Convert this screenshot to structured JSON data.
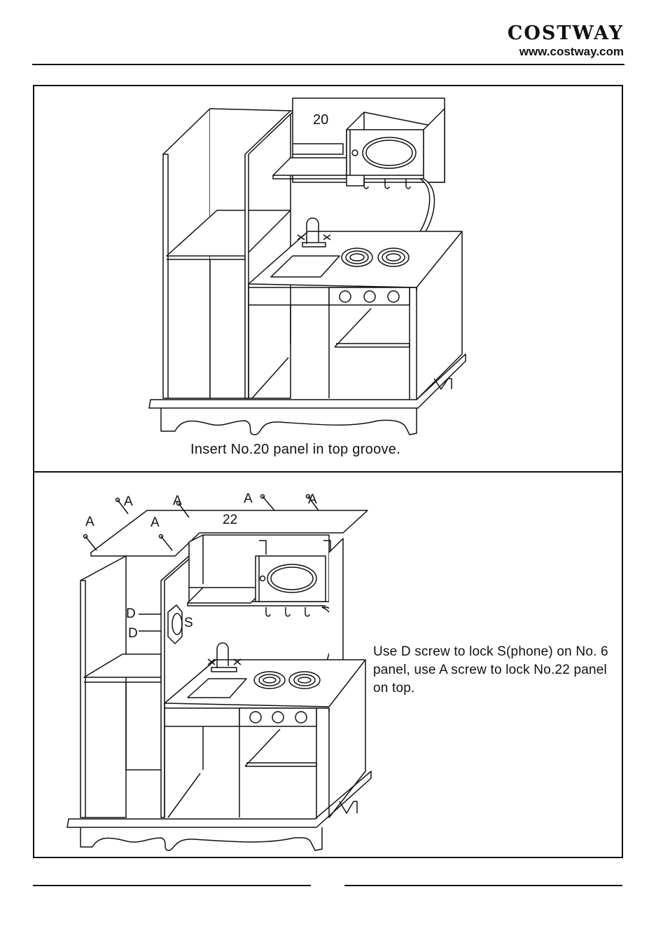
{
  "header": {
    "brand": "COSTWAY",
    "website": "www.costway.com"
  },
  "step1": {
    "part_number": "20",
    "caption": "Insert No.20 panel in top groove."
  },
  "step2": {
    "part_number": "22",
    "screw_labels": {
      "a": "A",
      "d": "D",
      "s": "S"
    },
    "caption": "Use D screw to lock S(phone) on No. 6 panel, use A screw to lock No.22 panel on top."
  }
}
